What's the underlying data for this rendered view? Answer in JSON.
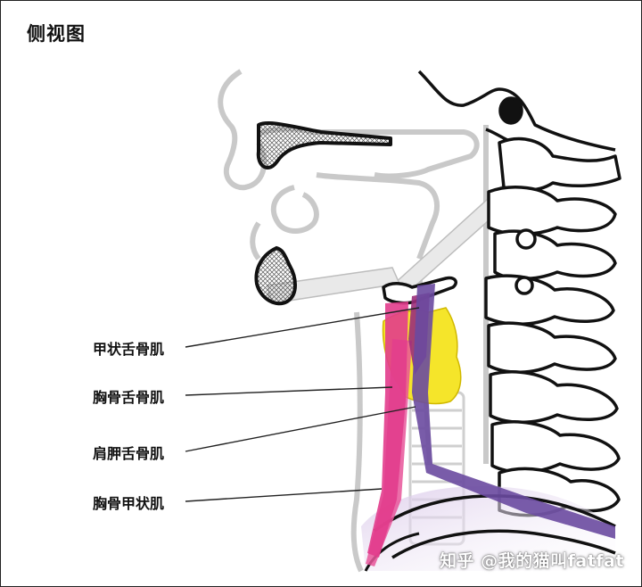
{
  "title": "侧视图",
  "labels": {
    "thyrohyoid": "甲状舌骨肌",
    "sternohyoid": "胸骨舌骨肌",
    "omohyoid": "肩胛舌骨肌",
    "sternothyroid": "胸骨甲状肌"
  },
  "watermark": "知乎 @我的猫叫fatfat",
  "colors": {
    "thyrohyoid": "#9b2d7a",
    "sternohyoid": "#e23c8c",
    "omohyoid": "#6a4aa0",
    "sternothyroid": "#e8559a",
    "cartilage": "#f5e52a",
    "outline": "#111111",
    "soft_tissue": "#c8c8c8"
  }
}
